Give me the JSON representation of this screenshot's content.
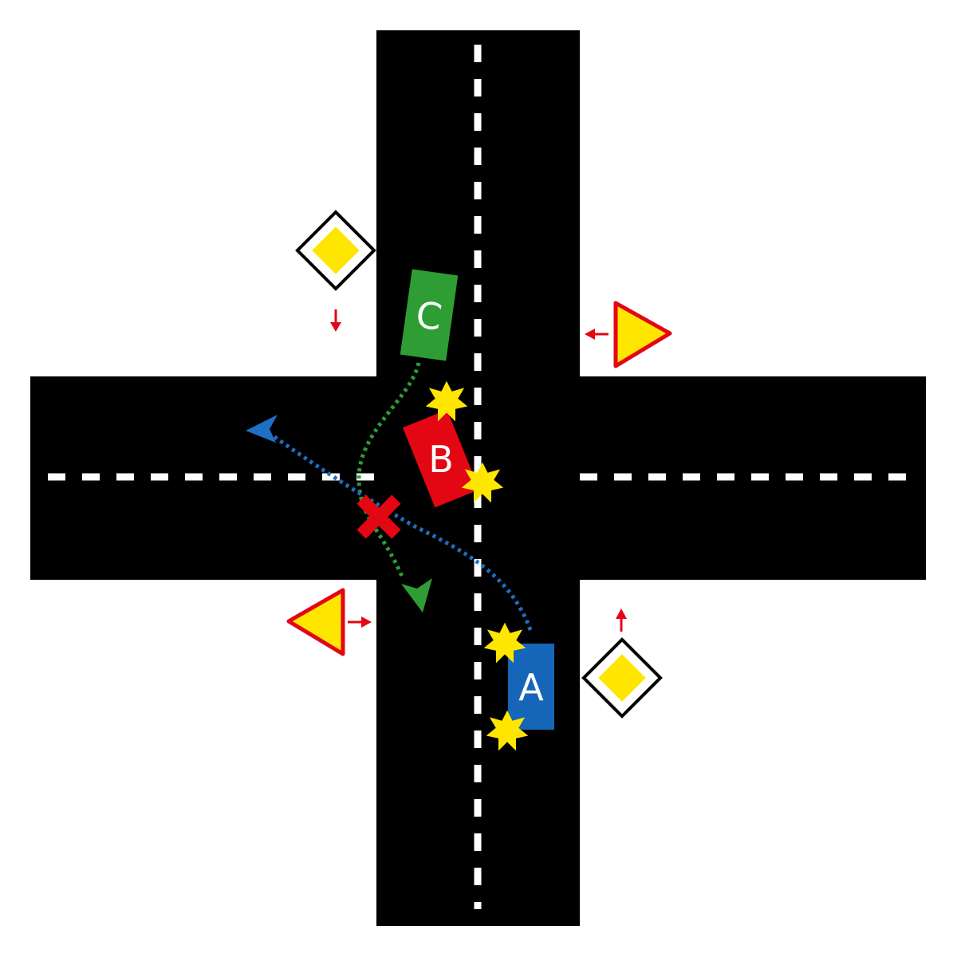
{
  "colors": {
    "road": "#000000",
    "lane_marking": "#ffffff",
    "vehicle_a": "#1565b8",
    "vehicle_b": "#e30613",
    "vehicle_c": "#2e9e34",
    "path_a": "#1f6fc4",
    "path_c": "#2e9e34",
    "impact": "#ffe600",
    "sign_red": "#e30613",
    "sign_yellow": "#ffe600",
    "no_pass": "#e30613"
  },
  "vehicles": [
    {
      "id": "A",
      "label": "A",
      "color_key": "vehicle_a"
    },
    {
      "id": "B",
      "label": "B",
      "color_key": "vehicle_b"
    },
    {
      "id": "C",
      "label": "C",
      "color_key": "vehicle_c"
    }
  ],
  "signs": [
    {
      "type": "priority-road",
      "icon": "priority-road-sign-icon",
      "location": "top-left"
    },
    {
      "type": "give-way",
      "icon": "give-way-sign-icon",
      "location": "top-right"
    },
    {
      "type": "give-way",
      "icon": "give-way-sign-icon",
      "location": "bottom-left"
    },
    {
      "type": "priority-road",
      "icon": "priority-road-sign-icon",
      "location": "bottom-right"
    }
  ],
  "markers": [
    {
      "type": "impact",
      "icon": "impact-star-icon",
      "count": 4
    },
    {
      "type": "blocked-path",
      "icon": "red-cross-icon",
      "count": 1
    }
  ]
}
